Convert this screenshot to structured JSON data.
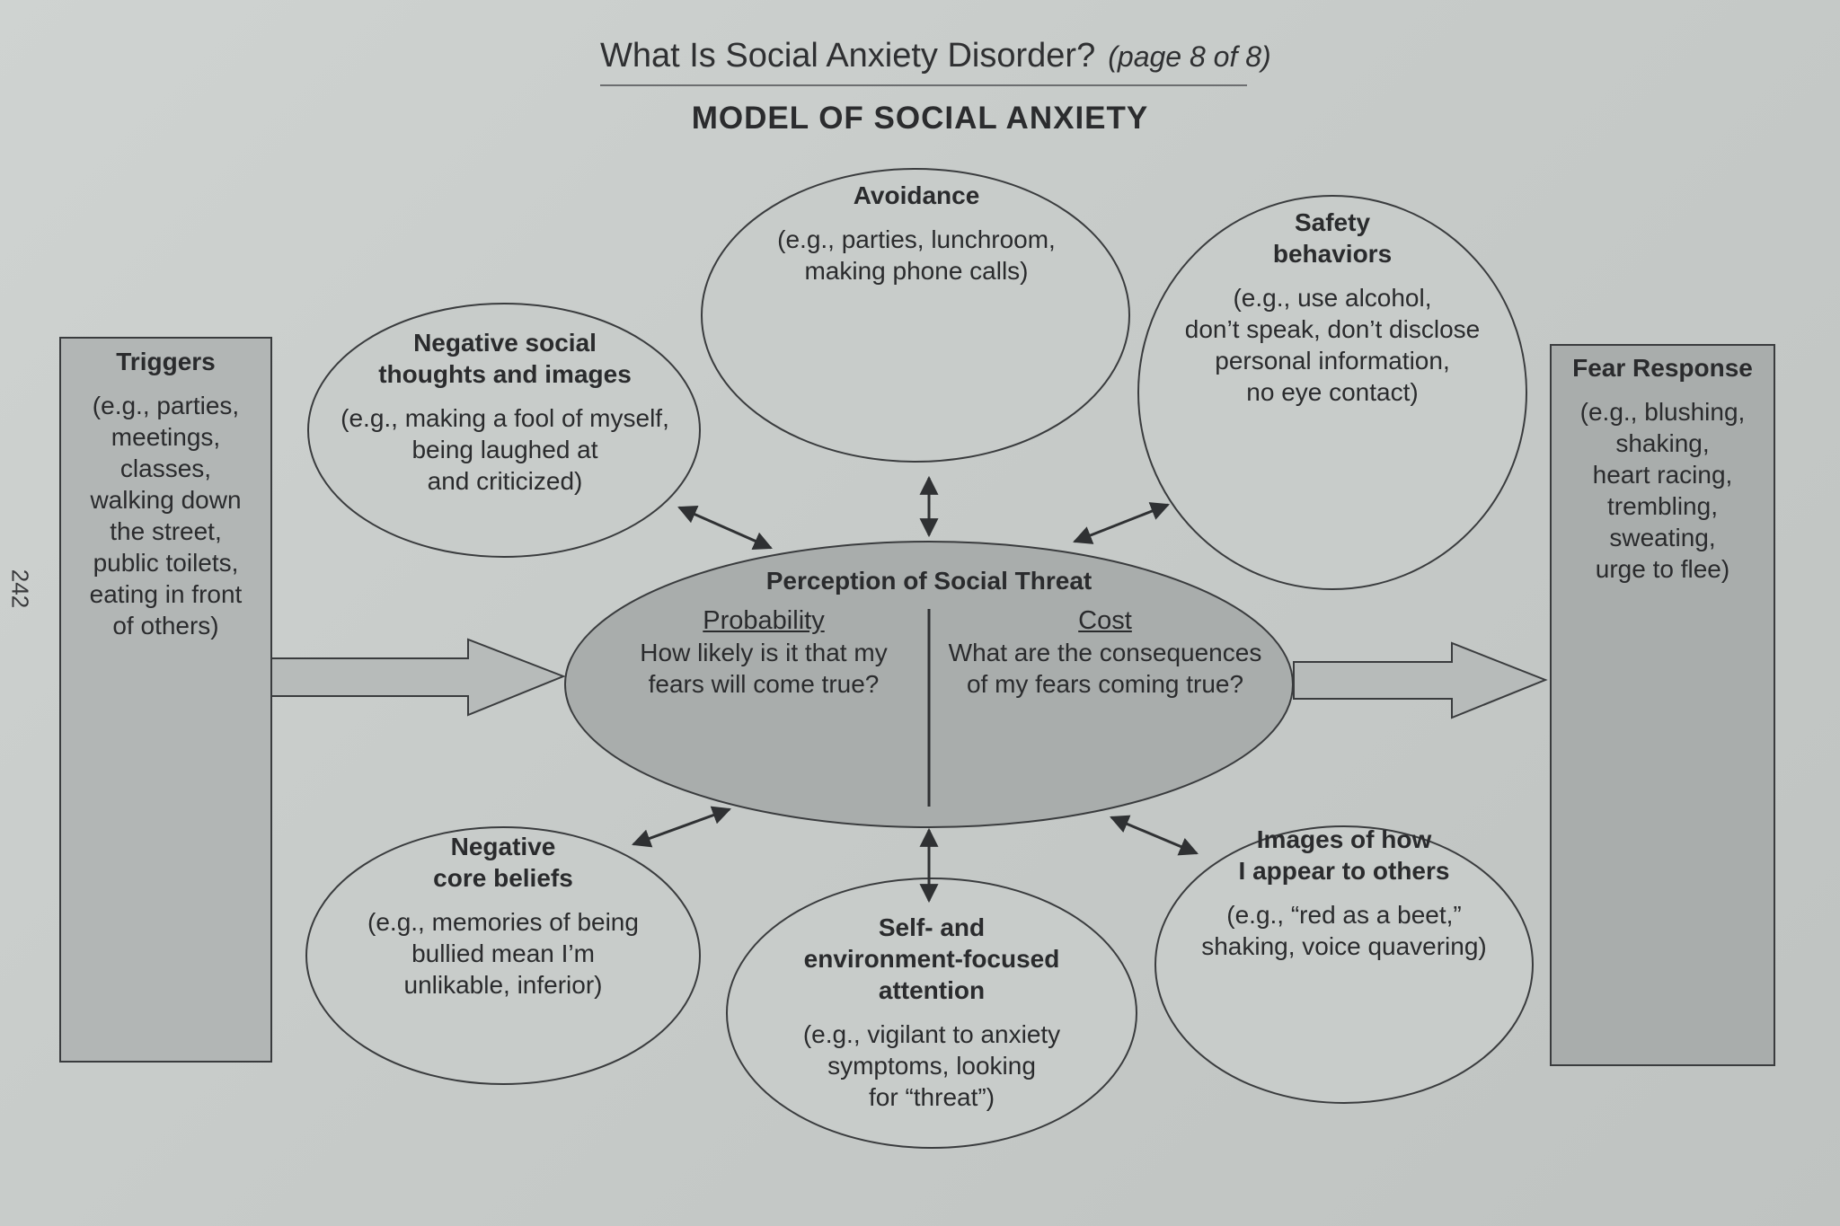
{
  "header": {
    "title": "What Is Social Anxiety Disorder?",
    "page_note": "(page 8 of 8)"
  },
  "model_title": "MODEL OF SOCIAL ANXIETY",
  "page_number": "242",
  "colors": {
    "background": "#c9cdcb",
    "box_fill": "#b0b4b3",
    "center_fill": "#a7abaa",
    "line": "#2f3133"
  },
  "triggers": {
    "title": "Triggers",
    "body": "(e.g., parties,\nmeetings,\nclasses,\nwalking down\nthe street,\npublic toilets,\neating in front\nof others)"
  },
  "fear_response": {
    "title": "Fear Response",
    "body": "(e.g., blushing,\nshaking,\nheart racing,\ntrembling,\nsweating,\nurge to flee)"
  },
  "avoidance": {
    "title": "Avoidance",
    "body": "(e.g., parties, lunchroom,\nmaking phone calls)"
  },
  "safety_behaviors": {
    "title": "Safety\nbehaviors",
    "body": "(e.g., use alcohol,\ndon’t speak, don’t disclose\npersonal information,\nno eye contact)"
  },
  "negative_thoughts": {
    "title": "Negative social\nthoughts and images",
    "body": "(e.g., making a fool of myself,\nbeing laughed at\nand criticized)"
  },
  "perception": {
    "title": "Perception of Social Threat",
    "probability_title": "Probability",
    "probability_body": "How likely is it that my\nfears will come true?",
    "cost_title": "Cost",
    "cost_body": "What are the consequences\nof my fears coming true?"
  },
  "core_beliefs": {
    "title": "Negative\ncore beliefs",
    "body": "(e.g., memories of being\nbullied mean I’m\nunlikable, inferior)"
  },
  "attention": {
    "title": "Self- and\nenvironment-focused\nattention",
    "body": "(e.g., vigilant to anxiety\nsymptoms, looking\nfor “threat”)"
  },
  "images_of_self": {
    "title": "Images of how\nI appear to others",
    "body": "(e.g., “red as a beet,”\nshaking, voice quavering)"
  }
}
